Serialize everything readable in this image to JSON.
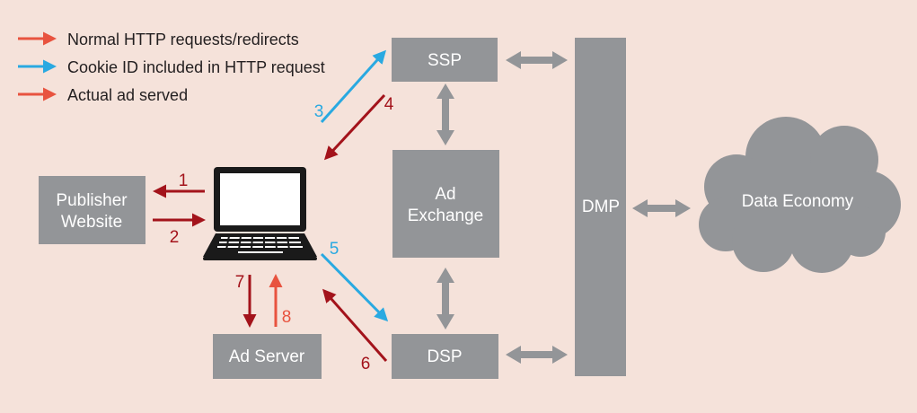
{
  "legend": [
    {
      "label": "Normal HTTP requests/redirects",
      "color": "#e8533f"
    },
    {
      "label": "Cookie ID included in HTTP request",
      "color": "#29a9e1"
    },
    {
      "label": "Actual ad served",
      "color": "#e8533f"
    }
  ],
  "nodes": {
    "publisher": [
      "Publisher",
      "Website"
    ],
    "ssp": "SSP",
    "exchange": [
      "Ad",
      "Exchange"
    ],
    "dsp": "DSP",
    "dmp": "DMP",
    "ad_server": "Ad Server",
    "data_economy": "Data Economy"
  },
  "steps": [
    "1",
    "2",
    "3",
    "4",
    "5",
    "6",
    "7",
    "8"
  ],
  "colors": {
    "background": "#f5e2da",
    "box": "#939598",
    "box_text": "#ffffff",
    "dark_red": "#a3131b",
    "orange_red": "#e8533f",
    "blue": "#29a9e1",
    "connector": "#939598"
  }
}
